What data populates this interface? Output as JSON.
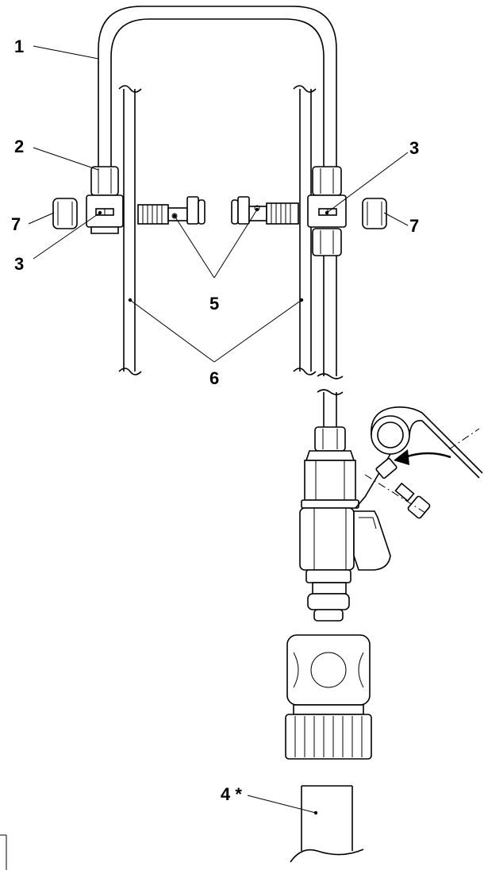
{
  "callouts": {
    "c1": "1",
    "c2": "2",
    "c3_left": "3",
    "c3_right": "3",
    "c4": "4 *",
    "c5": "5",
    "c6": "6",
    "c7_left": "7",
    "c7_right": "7"
  }
}
